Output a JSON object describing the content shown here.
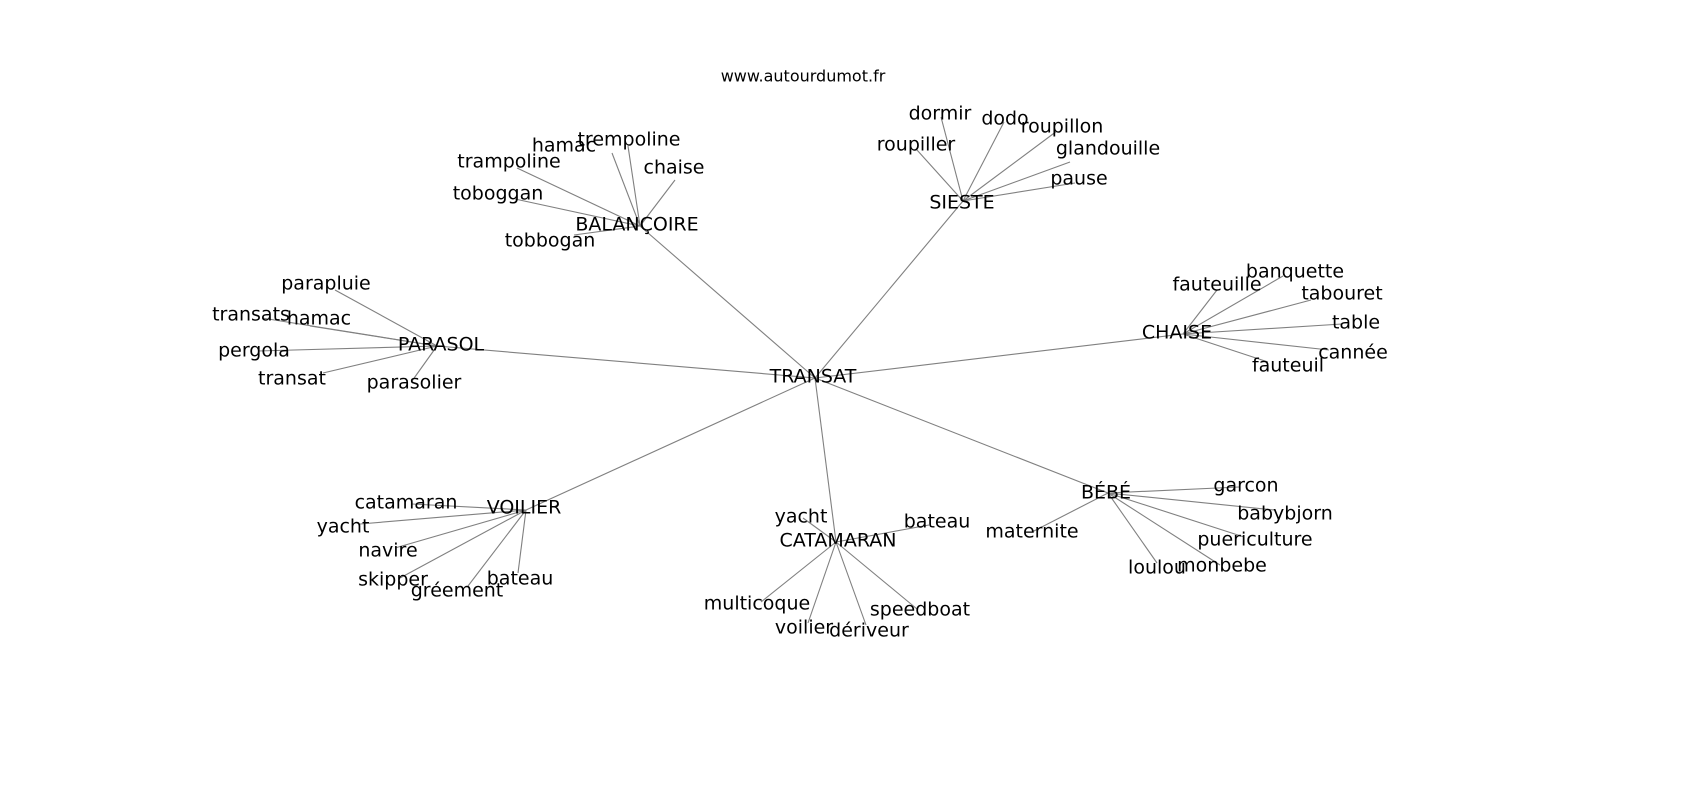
{
  "site": "www.autourdumot.fr",
  "root": "TRANSAT",
  "colors": {
    "edge": "#808080",
    "text": "#000000",
    "background": "#ffffff"
  },
  "clusters": [
    {
      "hub": "BALANÇOIRE",
      "words": [
        "hamac",
        "trempoline",
        "trampoline",
        "chaise",
        "toboggan",
        "tobbogan"
      ]
    },
    {
      "hub": "SIESTE",
      "words": [
        "dormir",
        "dodo",
        "roupillon",
        "roupiller",
        "glandouille",
        "pause"
      ]
    },
    {
      "hub": "PARASOL",
      "words": [
        "parapluie",
        "transats",
        "hamac",
        "pergola",
        "transat",
        "parasolier"
      ]
    },
    {
      "hub": "CHAISE",
      "words": [
        "banquette",
        "fauteuille",
        "tabouret",
        "table",
        "cannée",
        "fauteuil"
      ]
    },
    {
      "hub": "VOILIER",
      "words": [
        "catamaran",
        "yacht",
        "navire",
        "skipper",
        "gréement",
        "bateau"
      ]
    },
    {
      "hub": "CATAMARAN",
      "words": [
        "yacht",
        "bateau",
        "multicoque",
        "voilier",
        "dériveur",
        "speedboat"
      ]
    },
    {
      "hub": "BÉBÉ",
      "words": [
        "garcon",
        "maternite",
        "babybjorn",
        "puericulture",
        "loulou",
        "monbebe"
      ]
    }
  ]
}
